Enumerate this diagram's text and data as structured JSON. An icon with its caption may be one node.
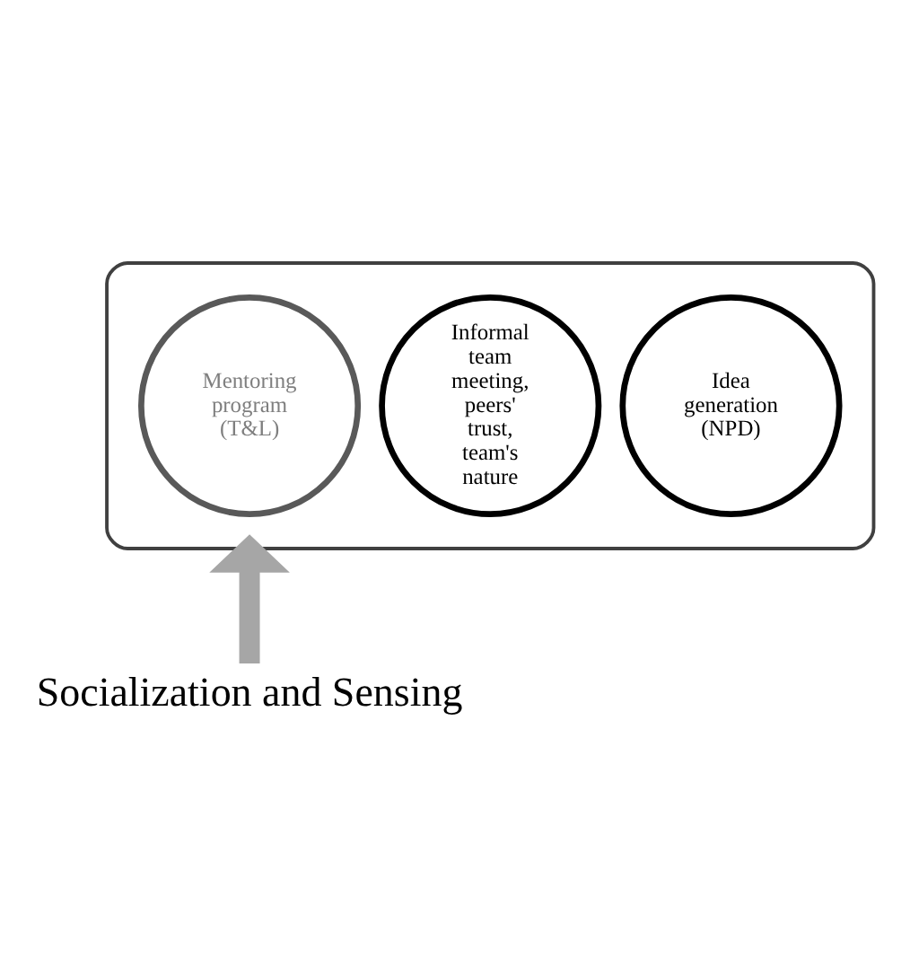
{
  "diagram": {
    "nodes": [
      {
        "text": [],
        "shape": "funnel"
      },
      {
        "text": [
          "Idea generation (NPD)"
        ],
        "in": 0
      },
      {
        "text": [
          "Informal team meeting, peers' trust, team's nature"
        ],
        "in": 0
      },
      {
        "text": [
          "Mentoring program (T&L)"
        ],
        "in": 0
      },
      {
        "text": [
          "Socialization and Sensing"
        ]
      }
    ],
    "edges": [
      {
        "from": 4,
        "to": 0,
        "arrow": "to"
      }
    ]
  }
}
